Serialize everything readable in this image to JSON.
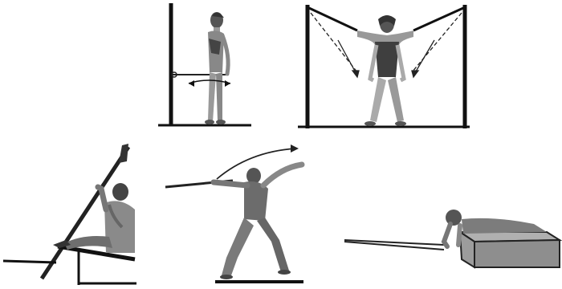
{
  "illustration": {
    "panels": [
      {
        "id": "standing-cable-rotation",
        "subject": "woman-standing",
        "apparatus": "wall-cable-handle",
        "arrows": "bidirectional-horizontal"
      },
      {
        "id": "cable-pulldown",
        "subject": "woman-front",
        "apparatus": "overhead-cables-frame",
        "arrows": "dashed-diagonal-down"
      },
      {
        "id": "seated-rowing",
        "subject": "man-seated",
        "apparatus": "rowing-bench-paddle",
        "arrows": "none"
      },
      {
        "id": "javelin-throw",
        "subject": "man-throwing",
        "apparatus": "javelin",
        "arrows": "curved-forward"
      },
      {
        "id": "prone-pulling",
        "subject": "man-prone",
        "apparatus": "box-with-cord",
        "arrows": "none"
      }
    ],
    "colors": {
      "figure_dark": "#3a3a3a",
      "figure_mid": "#777777",
      "figure_light": "#b5b5b5",
      "line": "#111111",
      "box": "#8e8e8e"
    }
  }
}
